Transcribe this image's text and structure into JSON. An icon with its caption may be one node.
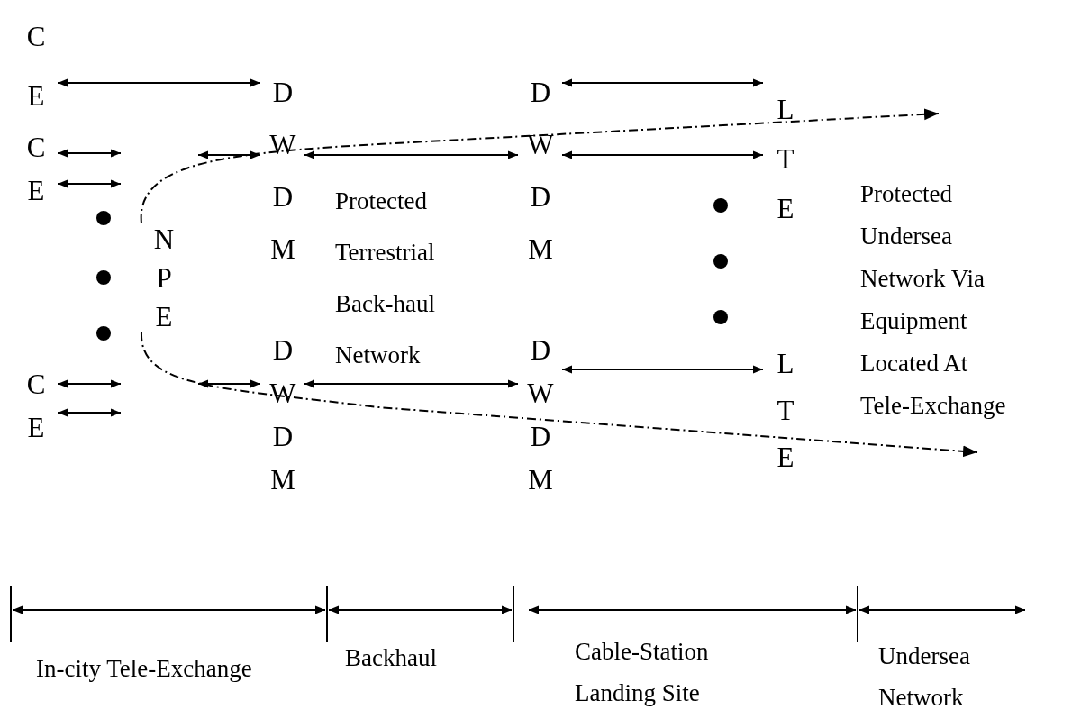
{
  "diagram": {
    "nodes": [
      {
        "text": [
          "C E"
        ]
      },
      {
        "text": [
          "C E"
        ]
      },
      {
        "text": [
          "C E"
        ]
      },
      {
        "text": [
          "D W D M"
        ]
      },
      {
        "text": [
          "D W D M"
        ]
      },
      {
        "text": [
          "D W D M"
        ]
      },
      {
        "text": [
          "D W D M"
        ]
      },
      {
        "text": [
          "L T E"
        ]
      },
      {
        "text": [
          "L T E"
        ]
      },
      {
        "text": [
          "N P E"
        ]
      }
    ],
    "edges": [
      {
        "from": 0,
        "to": 3,
        "arrow": "both"
      },
      {
        "from": 1,
        "to": null,
        "arrow": "both"
      },
      {
        "from": 1,
        "to": null,
        "arrow": "both"
      },
      {
        "from": 2,
        "to": null,
        "arrow": "both"
      },
      {
        "from": 2,
        "to": null,
        "arrow": "both"
      },
      {
        "from": null,
        "to": 3,
        "arrow": "both"
      },
      {
        "from": null,
        "to": 4,
        "arrow": "both"
      },
      {
        "from": 3,
        "to": 5,
        "arrow": "both"
      },
      {
        "from": 5,
        "to": 7,
        "arrow": "both"
      },
      {
        "from": 5,
        "to": 7,
        "arrow": "both"
      },
      {
        "from": 4,
        "to": 6,
        "arrow": "both"
      },
      {
        "from": 6,
        "to": 8,
        "arrow": "both"
      },
      {
        "from": 9,
        "to": null,
        "arrow": "to",
        "style": "dashed"
      },
      {
        "from": 9,
        "to": null,
        "arrow": "to",
        "style": "dashed"
      }
    ],
    "labels": [
      "Protected Terrestrial Back-haul Network",
      "Protected Undersea Network Via Equipment Located At Tele-Exchange",
      "In-city Tele-Exchange",
      "Backhaul",
      "Cable-Station Landing Site",
      "Undersea Network"
    ]
  }
}
